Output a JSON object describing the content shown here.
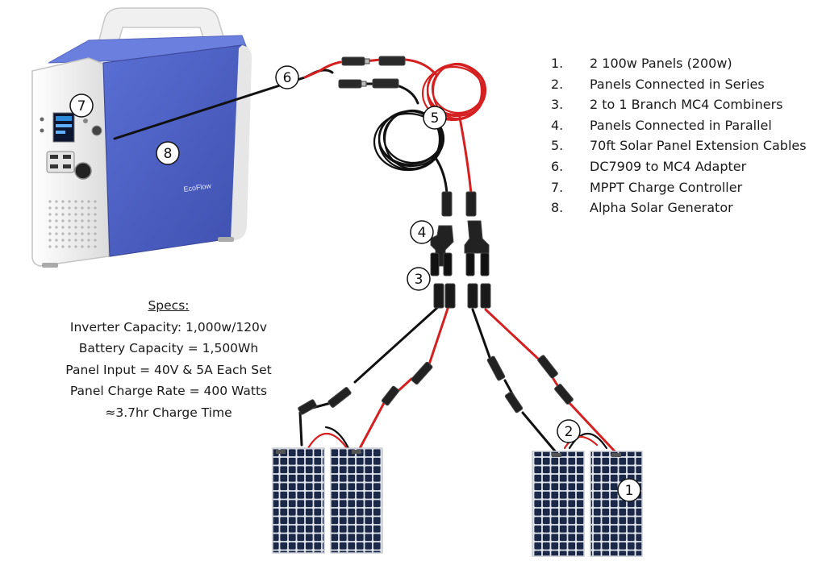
{
  "legend": {
    "items": [
      {
        "num": "1.",
        "label": "2 100w Panels (200w)"
      },
      {
        "num": "2.",
        "label": "Panels Connected in Series"
      },
      {
        "num": "3.",
        "label": "2 to 1 Branch MC4 Combiners"
      },
      {
        "num": "4.",
        "label": "Panels Connected in Parallel"
      },
      {
        "num": "5.",
        "label": "70ft Solar Panel Extension Cables"
      },
      {
        "num": "6.",
        "label": "DC7909 to MC4 Adapter"
      },
      {
        "num": "7.",
        "label": "MPPT Charge Controller"
      },
      {
        "num": "8.",
        "label": "Alpha Solar Generator"
      }
    ]
  },
  "specs": {
    "title": "Specs:",
    "lines": [
      "Inverter Capacity: 1,000w/120v",
      "Battery Capacity = 1,500Wh",
      "Panel Input = 40V & 5A Each Set",
      "Panel Charge Rate = 400 Watts",
      "≈3.7hr Charge Time"
    ]
  },
  "callouts": {
    "c1": "1",
    "c2": "2",
    "c3": "3",
    "c4": "4",
    "c5": "5",
    "c6": "6",
    "c7": "7",
    "c8": "8"
  },
  "generator": {
    "brand_logo_text": "EcoFlow"
  },
  "colors": {
    "red_wire": "#d42020",
    "black_wire": "#111111",
    "generator_blue": "#4d60c4",
    "panel_cell": "#1c2848",
    "connector_gray": "#b8b8b8"
  },
  "icons": [
    "generator-image",
    "solar-panel-image",
    "mc4-connector-icon",
    "branch-combiner-icon",
    "cable-coil-icon"
  ]
}
